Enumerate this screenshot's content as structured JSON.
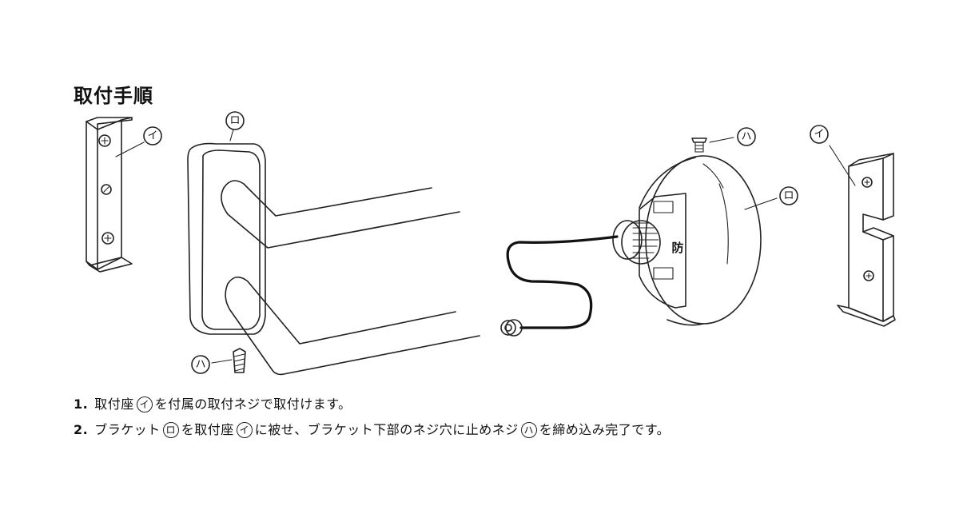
{
  "title": "取付手順",
  "markers": {
    "i": "イ",
    "ro": "ロ",
    "ha": "ハ"
  },
  "badge_text": "防",
  "steps": [
    {
      "number": "1.",
      "part1": "取付座",
      "marker1": "イ",
      "part2": "を付属の取付ネジで取付けます。"
    },
    {
      "number": "2.",
      "part1": "ブラケット",
      "marker1": "ロ",
      "part2": "を取付座",
      "marker2": "イ",
      "part3": "に被せ、ブラケット下部のネジ穴に止めネジ",
      "marker3": "ハ",
      "part4": "を締め込み完了です。"
    }
  ]
}
